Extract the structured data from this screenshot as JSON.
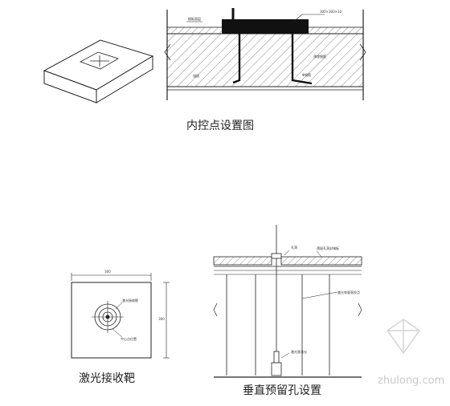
{
  "captions": {
    "internal_control_point": "内控点设置图",
    "laser_receiver": "激光接收靶",
    "vertical_reserved_hole": "垂直预留孔设置"
  },
  "dimensions": {
    "width": "300",
    "height": "300"
  },
  "section_labels": {
    "top_left": "楼板面层",
    "top_right": "300×300×10",
    "rebar_a": "预埋钢筋",
    "rebar_b": "Φ钢筋",
    "anchor": "锚固"
  },
  "target_labels": {
    "center": "激光接收靶",
    "bottom": "中心点位置"
  },
  "vertical_labels": {
    "top_left": "孔洞",
    "top_right": "预留孔洞封堵板",
    "side": "激光束垂直投点",
    "lower": "激光垂准仪"
  },
  "watermark": {
    "text": "zhulong.com"
  }
}
